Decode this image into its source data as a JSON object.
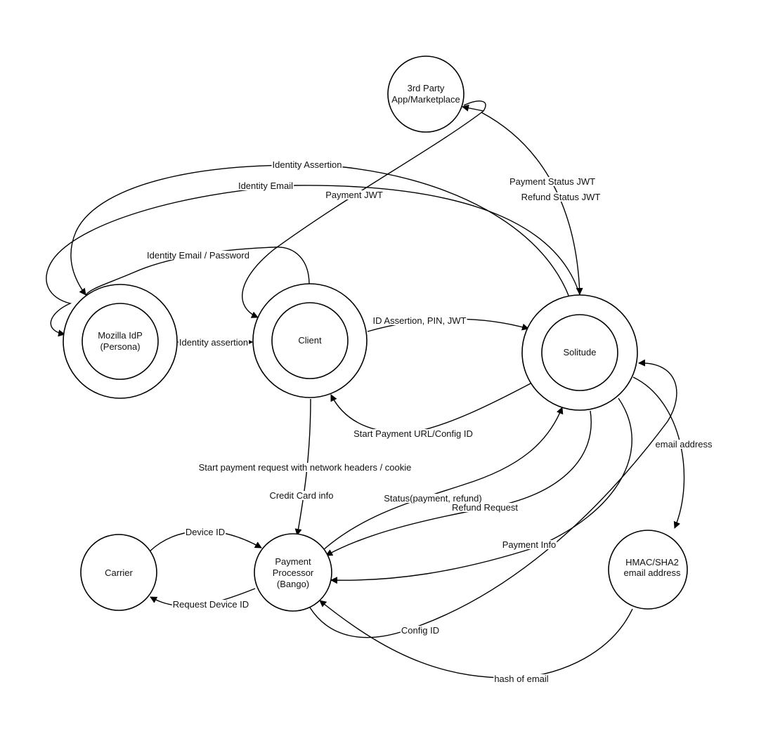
{
  "diagram": {
    "colors": {
      "line": "#000000",
      "background": "#ffffff",
      "text": "#111111"
    },
    "nodes": {
      "thirdparty": {
        "label": [
          "3rd Party",
          "App/Marketplace"
        ],
        "shape": "circle"
      },
      "idp": {
        "label": [
          "Mozilla IdP",
          "(Persona)"
        ],
        "shape": "double-circle"
      },
      "client": {
        "label": [
          "Client"
        ],
        "shape": "double-circle"
      },
      "solitude": {
        "label": [
          "Solitude"
        ],
        "shape": "double-circle"
      },
      "carrier": {
        "label": [
          "Carrier"
        ],
        "shape": "circle"
      },
      "processor": {
        "label": [
          "Payment",
          "Processor",
          "(Bango)"
        ],
        "shape": "circle"
      },
      "hmac": {
        "label": [
          "HMAC/SHA2",
          "email address"
        ],
        "shape": "circle"
      }
    },
    "edges": {
      "identity_assertion": {
        "label": "Identity Assertion",
        "from": "solitude",
        "to": "idp"
      },
      "identity_email": {
        "label": "Identity Email",
        "from": "solitude",
        "to": "idp"
      },
      "payment_jwt": {
        "label": "Payment JWT",
        "from": "thirdparty",
        "to": "client"
      },
      "identity_email_password": {
        "label": "Identity Email / Password",
        "from": "client",
        "to": "idp"
      },
      "payment_status_jwt": {
        "label": "Payment Status JWT",
        "from": "thirdparty",
        "to": "solitude"
      },
      "refund_status_jwt": {
        "label": "Refund Status JWT",
        "from": "thirdparty",
        "to": "solitude"
      },
      "identity_assertion_client": {
        "label": "Identity assertion",
        "from": "idp",
        "to": "client"
      },
      "id_assertion_pin_jwt": {
        "label": "ID Assertion, PIN, JWT",
        "from": "client",
        "to": "solitude"
      },
      "start_payment_url": {
        "label": "Start Payment URL/Config ID",
        "from": "solitude",
        "to": "client"
      },
      "start_payment_request": {
        "label": "Start payment request with network headers / cookie",
        "from": "client",
        "to": "processor"
      },
      "credit_card_info": {
        "label": "Credit Card info",
        "from": "client",
        "to": "processor"
      },
      "status_payment_refund": {
        "label": "Status(payment, refund)",
        "from": "processor",
        "to": "solitude"
      },
      "refund_request": {
        "label": "Refund Request",
        "from": "solitude",
        "to": "processor"
      },
      "payment_info": {
        "label": "Payment Info",
        "from": "solitude",
        "to": "processor"
      },
      "email_address": {
        "label": "email address",
        "from": "solitude",
        "to": "hmac"
      },
      "config_id": {
        "label": "Config ID",
        "from": "processor",
        "to": "solitude"
      },
      "hash_of_email": {
        "label": "hash of email",
        "from": "hmac",
        "to": "processor"
      },
      "device_id": {
        "label": "Device ID",
        "from": "carrier",
        "to": "processor"
      },
      "request_device_id": {
        "label": "Request Device ID",
        "from": "processor",
        "to": "carrier"
      }
    }
  }
}
